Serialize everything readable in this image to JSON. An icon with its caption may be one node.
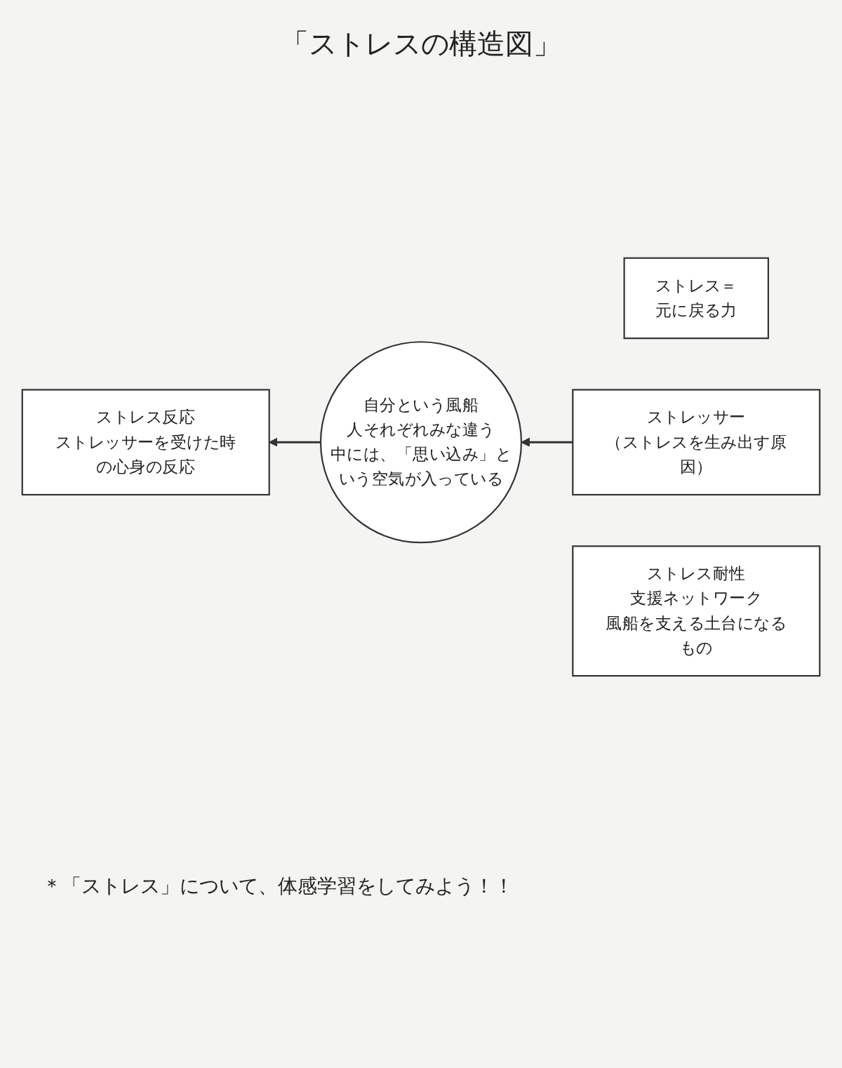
{
  "diagram": {
    "title": "「ストレスの構造図」",
    "nodes": [
      {
        "text": [
          "ストレス＝",
          "元に戻る力"
        ]
      },
      {
        "text": [
          "ストレス反応",
          "ストレッサーを受けた時の心身の反応"
        ]
      },
      {
        "text": [
          "自分という風船",
          "人それぞれみな違う",
          "中には、「思い込み」という空気が入っている"
        ]
      },
      {
        "text": [
          "ストレッサー",
          "（ストレスを生み出す原因）"
        ]
      },
      {
        "text": [
          "ストレス耐性",
          "支援ネットワーク",
          "風船を支える土台になるもの"
        ]
      }
    ],
    "edges": [
      {
        "from": 3,
        "to": 2,
        "arrow": "to"
      },
      {
        "from": 2,
        "to": 1,
        "arrow": "to"
      }
    ],
    "labels": [
      "＊「ストレス」について、体感学習をしてみよう！！"
    ]
  }
}
